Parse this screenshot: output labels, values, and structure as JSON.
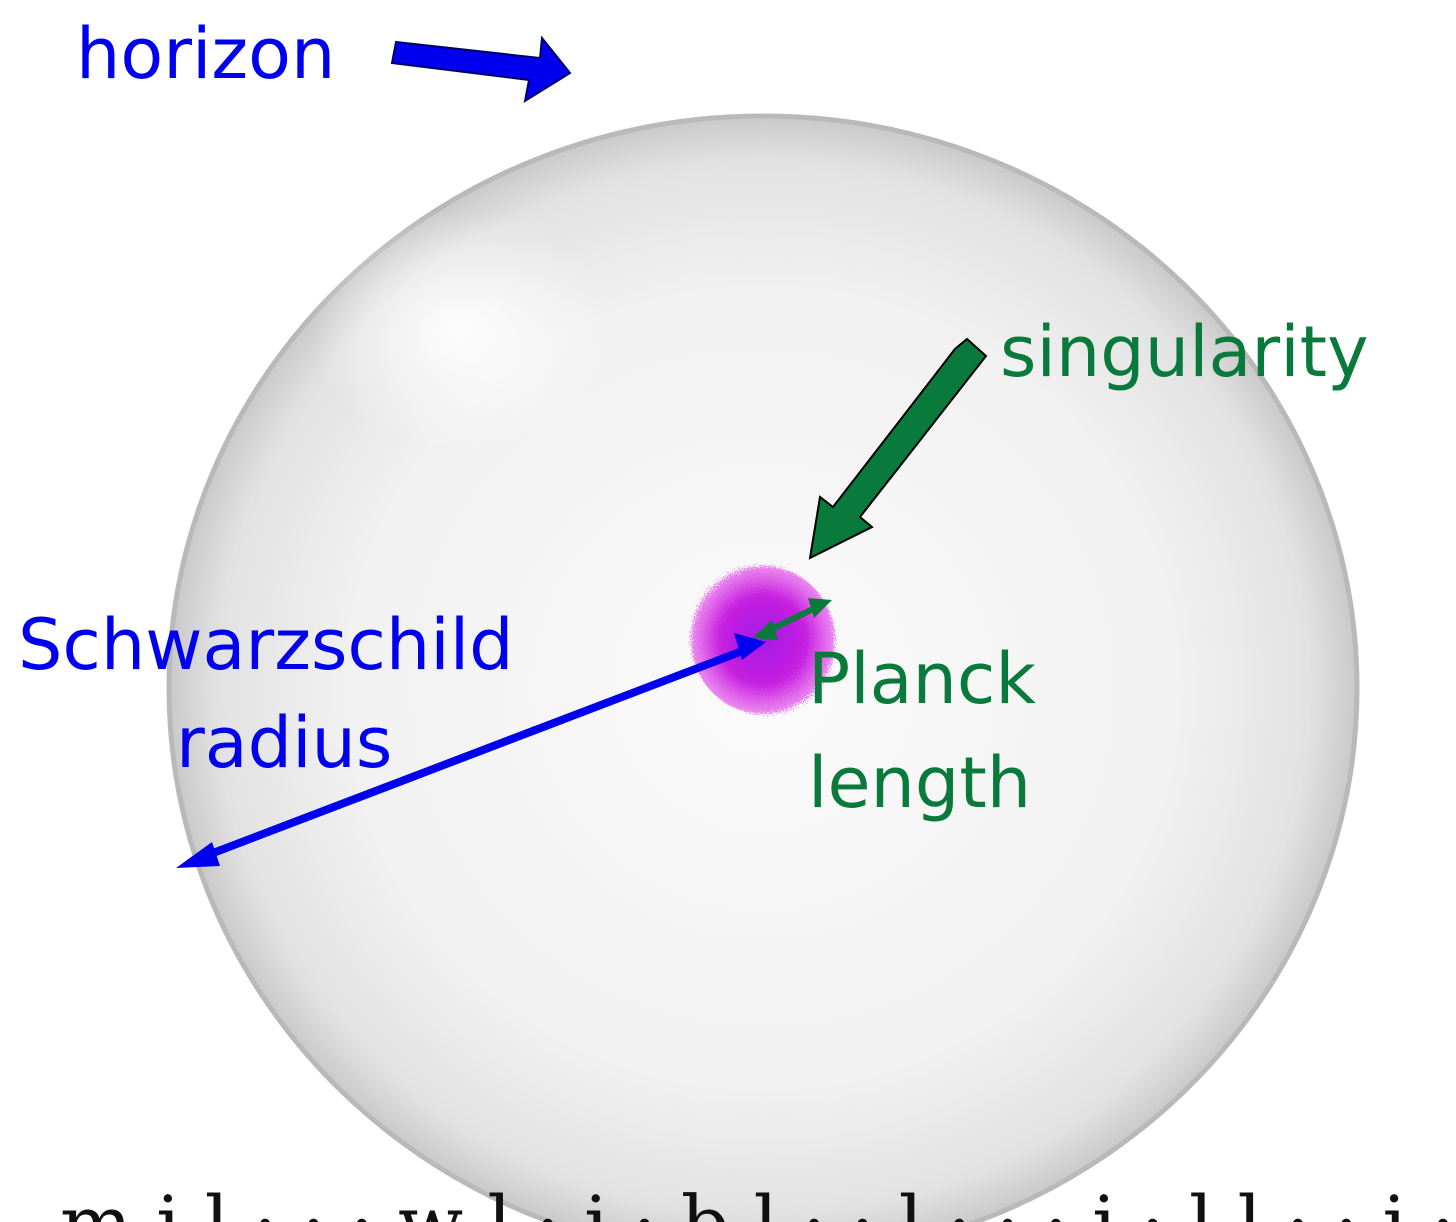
{
  "labels": {
    "horizon": "horizon",
    "singularity": "singularity",
    "schwarzschild_line1": "Schwarzschild",
    "schwarzschild_line2": "radius",
    "planck_line1": "Planck",
    "planck_line2": "length",
    "caption": "m  i  l  ·  ·  ·  w  l  ·  i  ·  b  l  ·  ·  l  ·  ·  ·  i  ·  l  l  ·  ·  i  ·  ·  w  l  i  l"
  },
  "colors": {
    "blue": "#0000ee",
    "green": "#0a7a3c",
    "sphere_edge": "#b9b9b9",
    "sphere_fill": "#f0f0f0",
    "singularity": "#c21ce0"
  }
}
